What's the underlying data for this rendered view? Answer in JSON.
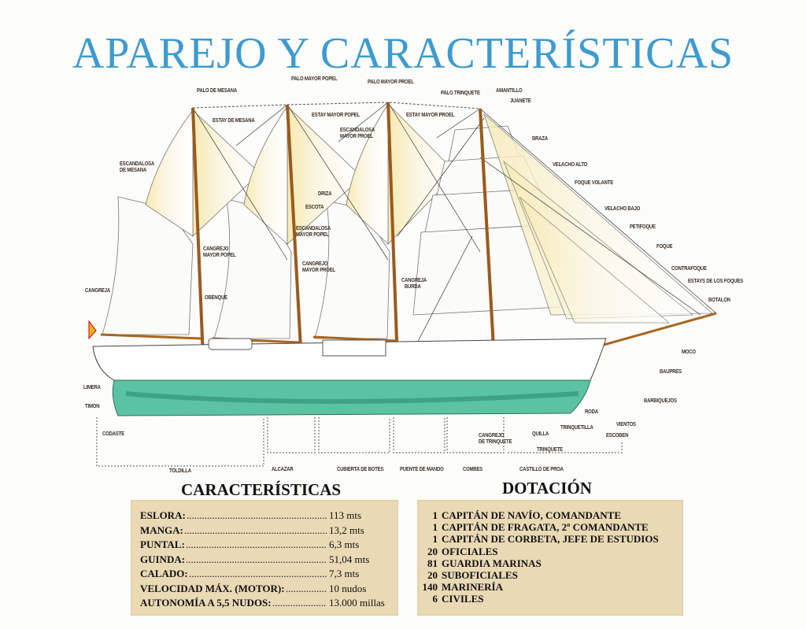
{
  "title": "APAREJO Y CARACTERÍSTICAS",
  "labels": {
    "palo_mesana": "PALO DE MESANA",
    "estay_mesana": "ESTAY DE MESANA",
    "escandalosa_mesana_1": "ESCANDALOSA",
    "escandalosa_mesana_2": "DE MESANA",
    "palo_mayor_popel": "PALO MAYOR POPEL",
    "estay_mayor_popel": "ESTAY MAYOR POPEL",
    "escandalosa_mayor_proel_1": "ESCANDALOSA",
    "escandalosa_mayor_proel_2": "MAYOR PROEL",
    "palo_mayor_proel": "PALO MAYOR PROEL",
    "estay_mayor_proel": "ESTAY MAYOR PROEL",
    "palo_trinquete": "PALO TRINQUETE",
    "amantillo": "AMANTILLO",
    "juanete": "JUANETE",
    "braza": "BRAZA",
    "velacho_alto": "VELACHO ALTO",
    "foque_volante": "FOQUE VOLANTE",
    "velacho_bajo": "VELACHO BAJO",
    "petifoque": "PETIFOQUE",
    "foque": "FOQUE",
    "contrafoque": "CONTRAFOQUE",
    "estays_foques": "ESTAYS DE LOS FOQUES",
    "botalon": "BOTALON",
    "moco": "MOCO",
    "baupres": "BAUPRES",
    "barbiquejos": "BARBIQUEJOS",
    "vientos": "VIENTOS",
    "escoben": "ESCOBEN",
    "roda": "RODA",
    "trinquetilla": "TRINQUETILLA",
    "quilla": "QUILLA",
    "trinquete": "TRINQUETE",
    "cangrejo_trinquete_1": "CANGREJO",
    "cangrejo_trinquete_2": "DE TRINQUETE",
    "limera": "LIMERA",
    "timon": "TIMON",
    "codaste": "CODASTE",
    "cangreja": "CANGREJA",
    "obenque": "OBENQUE",
    "cangrejo_mayor_popel_1": "CANGREJO",
    "cangrejo_mayor_popel_2": "MAYOR POPEL",
    "driza": "DRIZA",
    "escota": "ESCOTA",
    "escandalosa_mayor_popel_1": "ESCANDALOSA",
    "escandalosa_mayor_popel_2": "MAYOR POPEL",
    "cangrejo_mayor_proel_1": "CANGREJO",
    "cangrejo_mayor_proel_2": "MAYOR PROEL",
    "cangreja_burda_1": "CANGREJA",
    "cangreja_burda_2": "BURDA"
  },
  "sections": [
    "TOLDILLA",
    "ALCAZAR",
    "CUBIERTA DE BOTES",
    "PUENTE DE MANDO",
    "COMBES",
    "CASTILLO DE PROA"
  ],
  "caracteristicas": {
    "heading": "CARACTERÍSTICAS",
    "rows": [
      {
        "label": "ESLORA:",
        "value": "113 mts"
      },
      {
        "label": "MANGA:",
        "value": "13,2 mts"
      },
      {
        "label": "PUNTAL:",
        "value": "6,3 mts"
      },
      {
        "label": "GUINDA:",
        "value": "51,04 mts"
      },
      {
        "label": "CALADO:",
        "value": "7,3 mts"
      },
      {
        "label": "VELOCIDAD MÁX. (MOTOR):",
        "value": "10 nudos"
      },
      {
        "label": "AUTONOMÍA A 5,5 NUDOS:",
        "value": "13.000 millas"
      }
    ]
  },
  "dotacion": {
    "heading": "DOTACIÓN",
    "rows": [
      {
        "n": "1",
        "text": "CAPITÁN DE NAVÍO, COMANDANTE"
      },
      {
        "n": "1",
        "text": "CAPITÁN DE FRAGATA, 2º COMANDANTE"
      },
      {
        "n": "1",
        "text": "CAPITÁN DE CORBETA, JEFE DE ESTUDIOS"
      },
      {
        "n": "20",
        "text": "OFICIALES"
      },
      {
        "n": "81",
        "text": "GUARDIA MARINAS"
      },
      {
        "n": "20",
        "text": "SUBOFICIALES"
      },
      {
        "n": "140",
        "text": "MARINERÍA"
      },
      {
        "n": "6",
        "text": "CIVILES"
      }
    ]
  },
  "colors": {
    "title": "#3d9bd0",
    "hull": "#5cc3a2",
    "mast": "#9a5a1c",
    "box": "#ead9b5"
  }
}
